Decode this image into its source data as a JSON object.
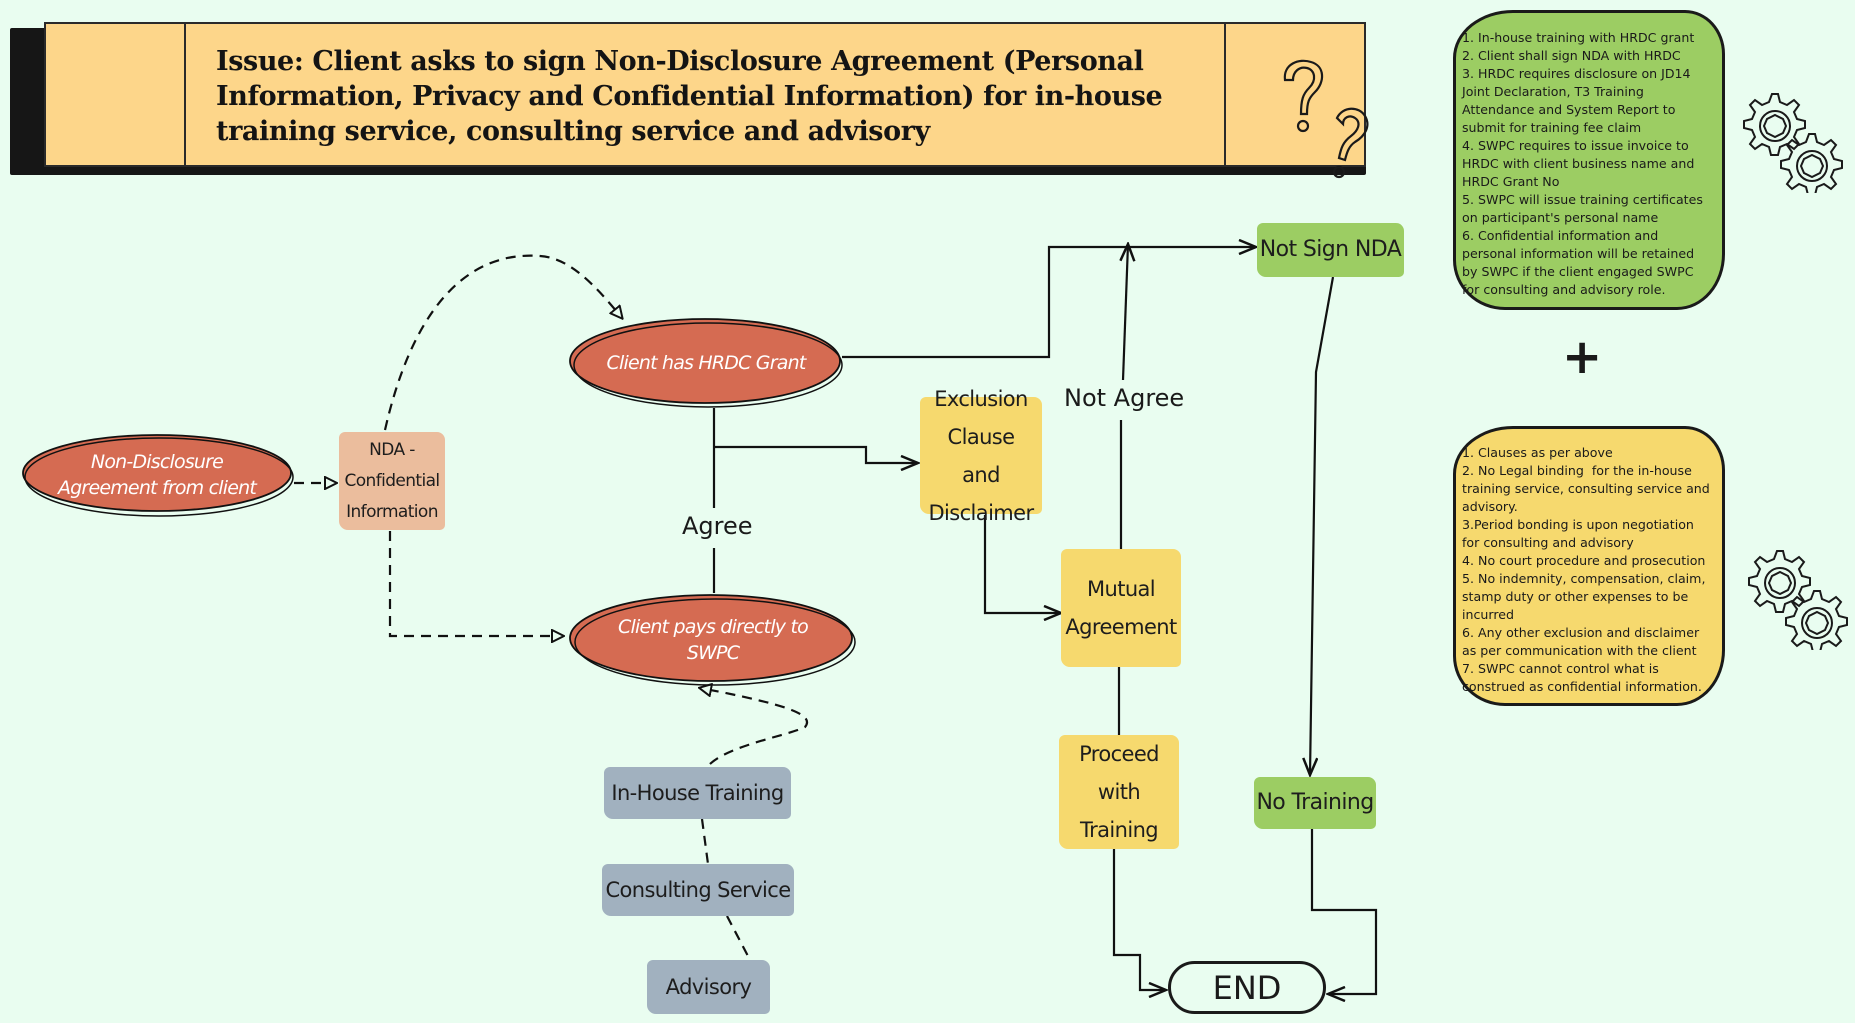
{
  "title": {
    "text": "Issue: Client asks to sign Non-Disclosure Agreement (Personal Information, Privacy and Confidential Information) for in-house training service, consulting service and advisory",
    "icon": "question-marks-icon"
  },
  "colors": {
    "background": "#e9fdf0",
    "banner": "#fdd68a",
    "ellipse": "#d56b52",
    "peach": "#ebbd9d",
    "yellow": "#f6d96e",
    "green": "#9ccd63",
    "gray": "#a1b1bf"
  },
  "notes": {
    "hrdc": {
      "lines": [
        "1. In-house training with HRDC grant",
        "2. Client shall sign NDA with HRDC",
        "3. HRDC requires disclosure on JD14 Joint Declaration, T3 Training Attendance and System Report to submit for training fee claim",
        "4. SWPC requires to issue invoice to HRDC with client business name and HRDC Grant No",
        "5. SWPC will issue training certificates on participant's personal name",
        "6. Confidential information and personal information will be retained by SWPC if the client engaged SWPC for consulting and advisory role."
      ]
    },
    "plus": "+",
    "exclusions": {
      "lines": [
        "1. Clauses as per above",
        "2. No Legal binding  for the in-house training service, consulting service and advisory.",
        "3.Period bonding is upon negotiation for consulting and advisory",
        "4. No court procedure and prosecution",
        "5. No indemnity, compensation, claim, stamp duty or other expenses to be incurred",
        "6. Any other exclusion and disclaimer as per communication with the client",
        "7. SWPC cannot control what is construed as confidential information."
      ]
    }
  },
  "nodes": {
    "nda_from_client": "Non-Disclosure Agreement from client",
    "nda_confidential": "NDA - Confidential Information",
    "hrdc_grant": "Client has HRDC Grant",
    "pays_direct": "Client pays directly to SWPC",
    "exclusion": "Exclusion Clause and Disclaimer",
    "mutual": "Mutual Agreement",
    "not_sign": "Not Sign NDA",
    "proceed": "Proceed with Training",
    "no_training": "No Training",
    "end": "END",
    "in_house": "In-House Training",
    "consulting": "Consulting Service",
    "advisory": "Advisory"
  },
  "edge_labels": {
    "agree": "Agree",
    "not_agree": "Not Agree"
  }
}
